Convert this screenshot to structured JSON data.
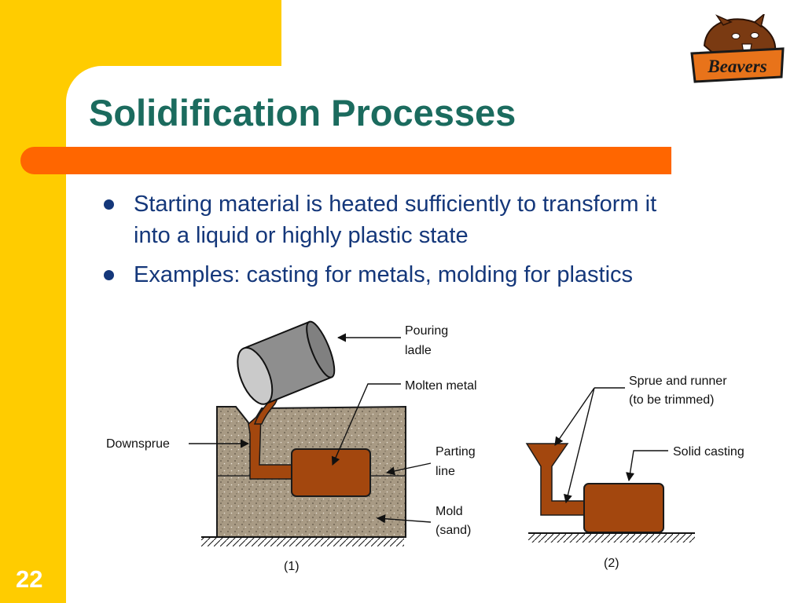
{
  "slide": {
    "title": "Solidification Processes",
    "page_number": "22",
    "logo_text": "Beavers",
    "bullets": [
      {
        "line1": "Starting material is heated sufficiently to transform it",
        "line2": "into a liquid or highly plastic state"
      },
      {
        "line1": "Examples:  casting for metals, molding for plastics"
      }
    ]
  },
  "diagram": {
    "labels": {
      "pouring_ladle_1": "Pouring",
      "pouring_ladle_2": "ladle",
      "molten_metal": "Molten metal",
      "downsprue": "Downsprue",
      "parting_line_1": "Parting",
      "parting_line_2": "line",
      "mold_1": "Mold",
      "mold_2": "(sand)",
      "caption_1": "(1)",
      "sprue_runner_1": "Sprue and runner",
      "sprue_runner_2": "(to be trimmed)",
      "solid_casting": "Solid casting",
      "caption_2": "(2)"
    }
  },
  "colors": {
    "background": "#FFCC00",
    "title": "#1B6B5E",
    "bar": "#FF6600",
    "text": "#14377A",
    "metal": "#A3470E",
    "sand": "#A89A84"
  }
}
